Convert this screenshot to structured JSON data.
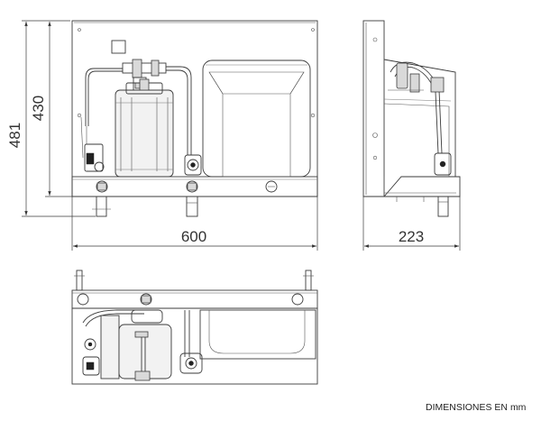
{
  "dimensions": {
    "total_height": "481",
    "body_height": "430",
    "width": "600",
    "depth": "223"
  },
  "footer": {
    "label_main": "DIMENSIONES EN",
    "label_unit": "mm"
  }
}
